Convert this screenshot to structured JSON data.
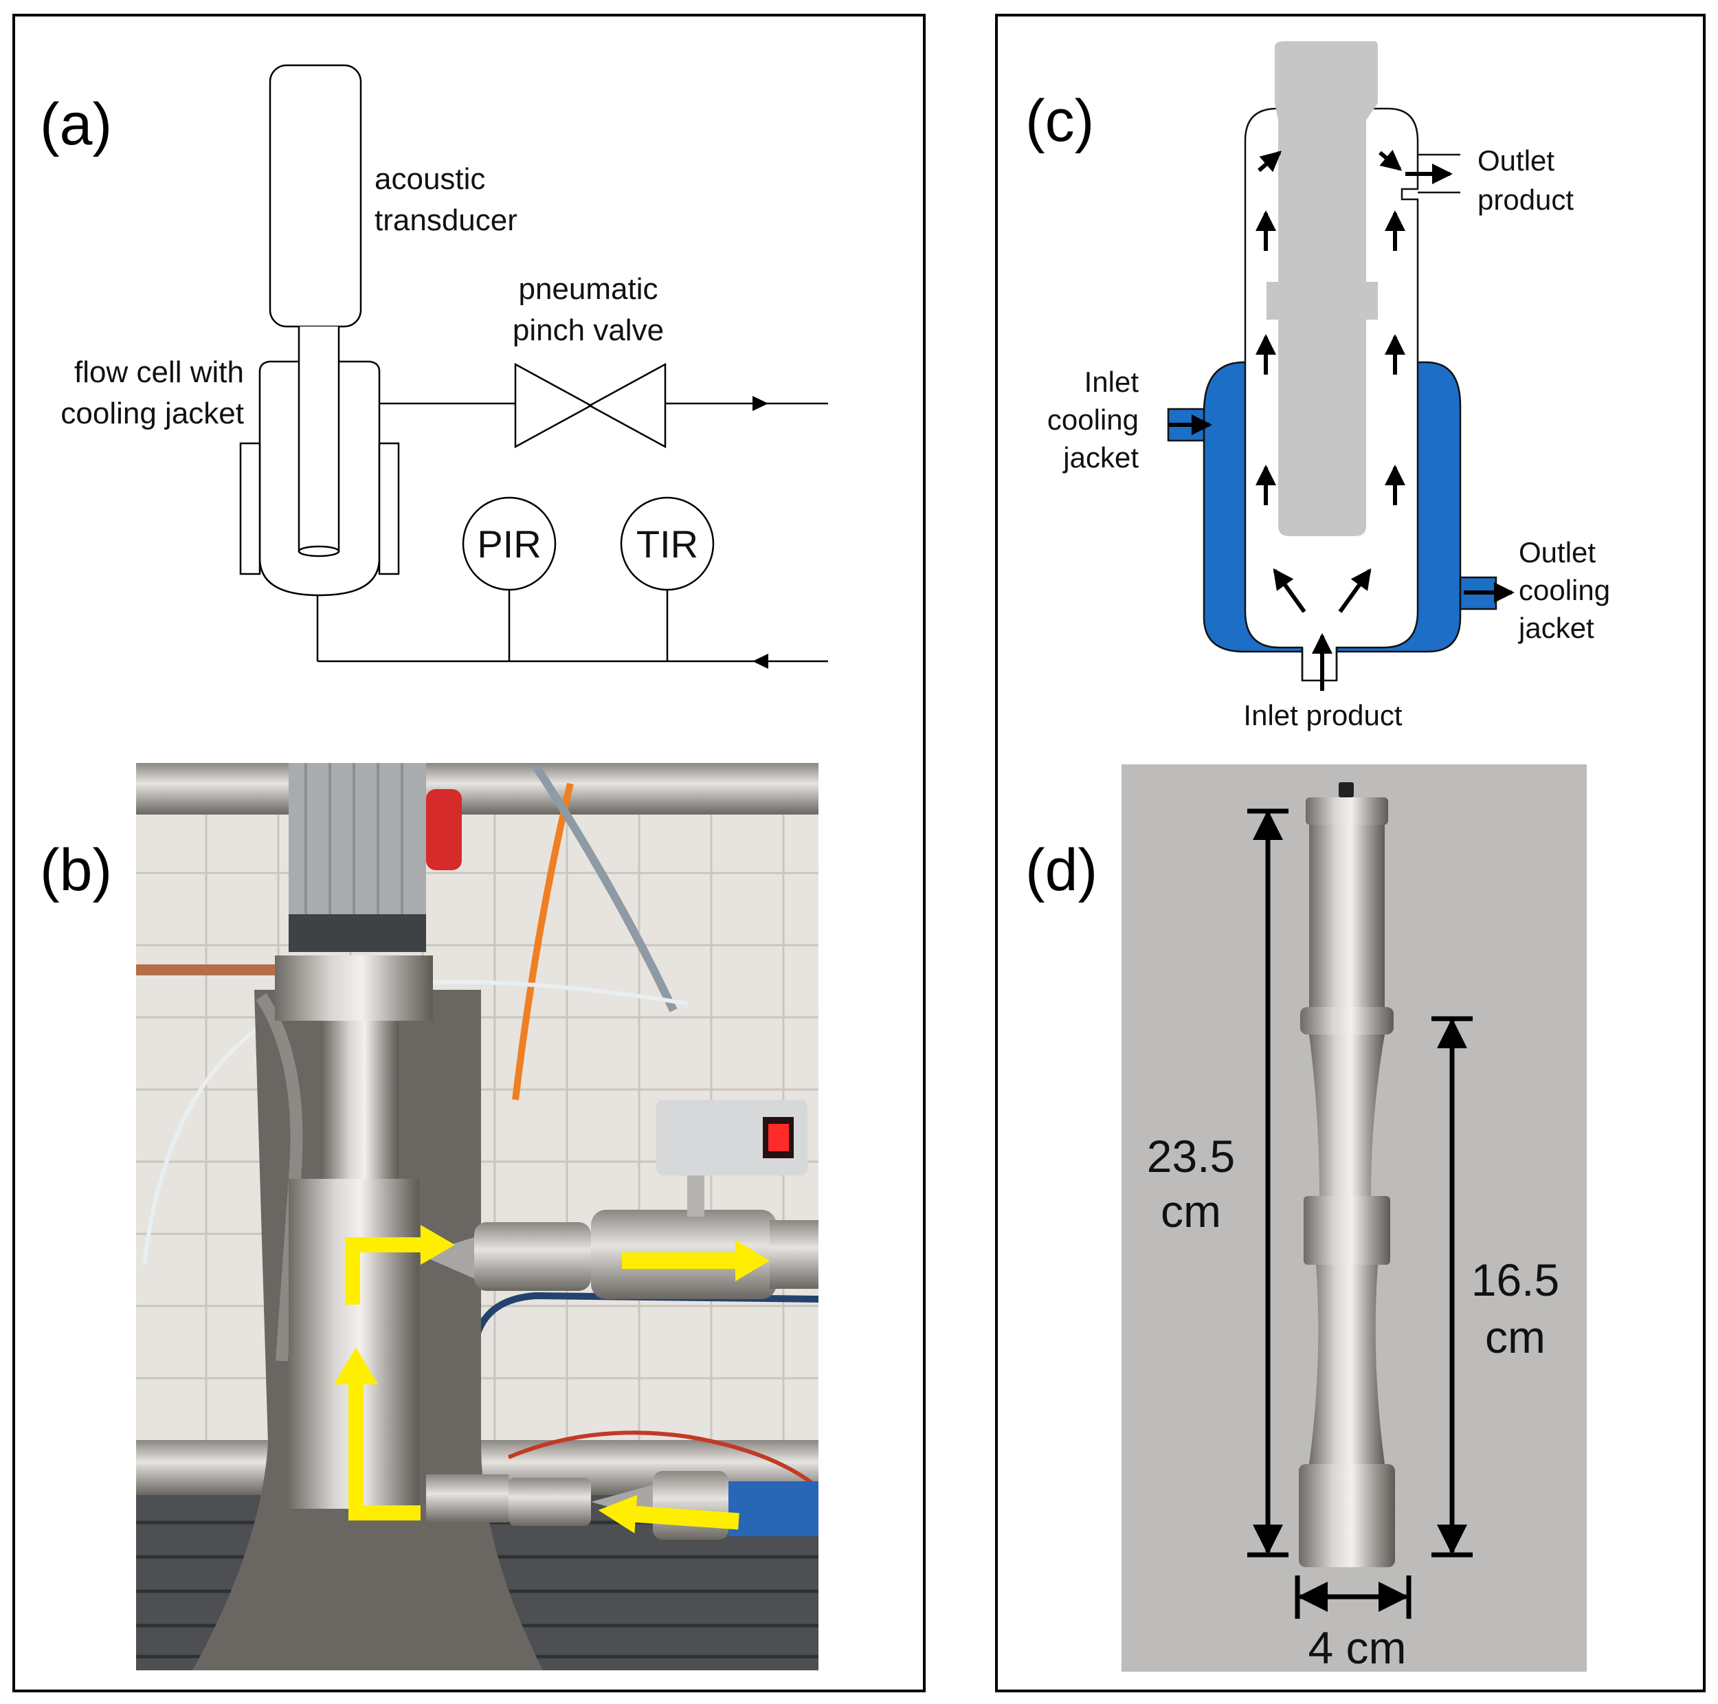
{
  "panel_a": {
    "letter": "(a)",
    "labels": {
      "acoustic_1": "acoustic",
      "acoustic_2": "transducer",
      "valve_1": "pneumatic",
      "valve_2": "pinch valve",
      "flowcell_1": "flow cell with",
      "flowcell_2": "cooling jacket",
      "pir": "PIR",
      "tir": "TIR"
    }
  },
  "panel_b": {
    "letter": "(b)",
    "arrow_color": "#ffee00"
  },
  "panel_c": {
    "letter": "(c)",
    "jacket_color": "#1c6ec7",
    "sonotrode_color": "#c6c6c6",
    "labels": {
      "outlet_product_1": "Outlet",
      "outlet_product_2": "product",
      "inlet_cooling_1": "Inlet",
      "inlet_cooling_2": "cooling",
      "inlet_cooling_3": "jacket",
      "outlet_cooling_1": "Outlet",
      "outlet_cooling_2": "cooling",
      "outlet_cooling_3": "jacket",
      "inlet_product": "Inlet product"
    }
  },
  "panel_d": {
    "letter": "(d)",
    "dim_total_1": "23.5",
    "dim_total_2": "cm",
    "dim_partial_1": "16.5",
    "dim_partial_2": "cm",
    "dim_width": "4 cm"
  }
}
